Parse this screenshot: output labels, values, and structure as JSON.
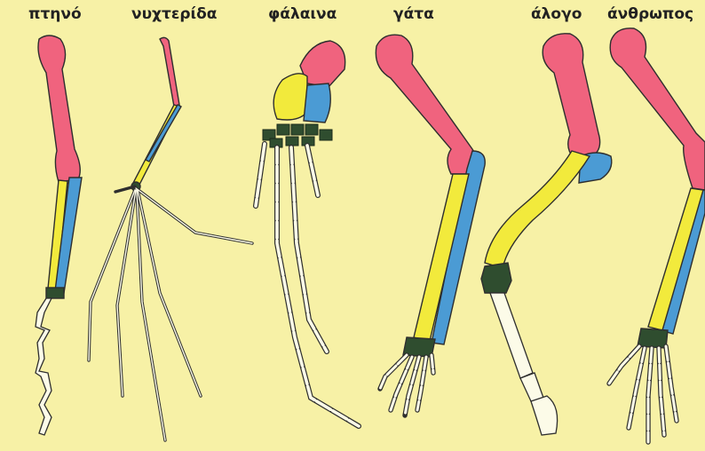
{
  "labels": {
    "bird": "πτηνό",
    "bat": "νυχτερίδα",
    "whale": "φάλαινα",
    "cat": "γάτα",
    "horse": "άλογο",
    "human": "άνθρωπος"
  },
  "colors": {
    "background": "#f7f1a6",
    "humerus": "#f0637e",
    "radius": "#f2ea3c",
    "ulna": "#4b9bd4",
    "carpals": "#2f4d2f",
    "phalanges": "#fcfbe8"
  }
}
